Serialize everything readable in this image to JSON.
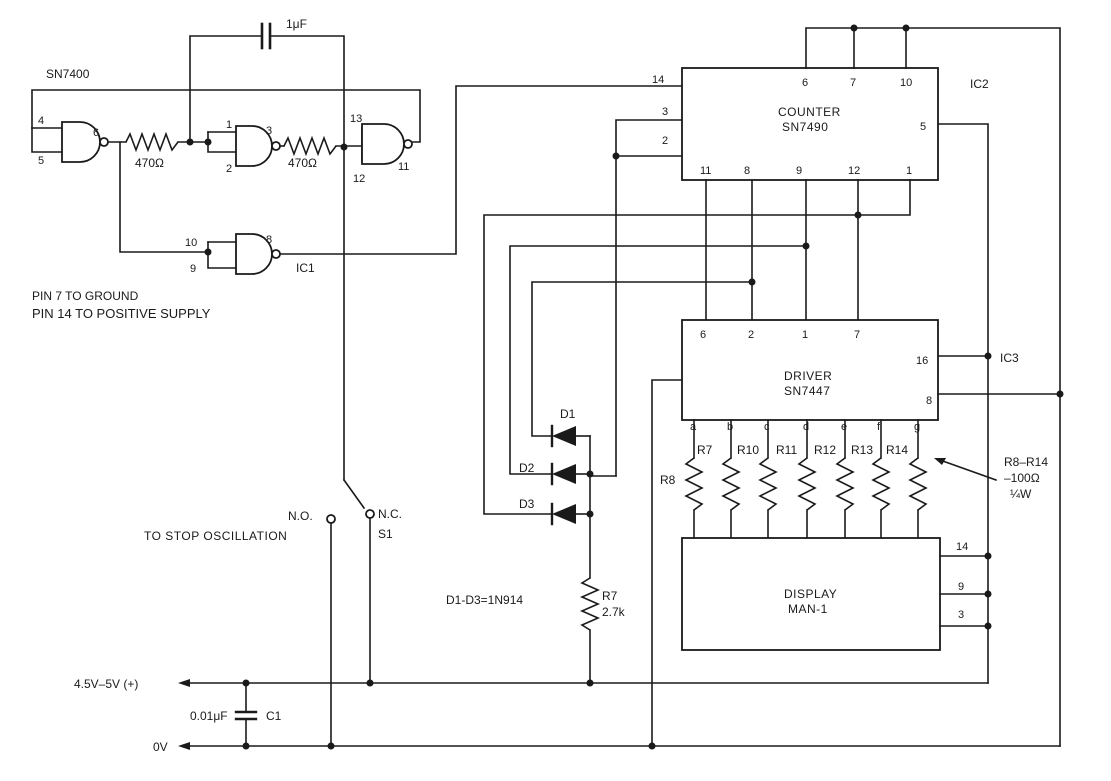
{
  "gates": {
    "ic_family": "SN7400",
    "ic1_label": "IC1",
    "power_note_1": "PIN 7 TO GROUND",
    "power_note_2": "PIN 14 TO POSITIVE SUPPLY",
    "g1_pins": [
      "4",
      "5",
      "6"
    ],
    "g2_pins": [
      "1",
      "2",
      "3"
    ],
    "g3_pins": [
      "13",
      "12",
      "11"
    ],
    "g4_pins": [
      "10",
      "9",
      "8"
    ]
  },
  "timing": {
    "capacitor": "1μF",
    "resistor_1": "470Ω",
    "resistor_2": "470Ω"
  },
  "switch": {
    "name": "S1",
    "no_label": "N.O.",
    "nc_label": "N.C.",
    "note": "TO STOP OSCILLATION"
  },
  "counter": {
    "title_1": "COUNTER",
    "title_2": "SN7490",
    "ic_label": "IC2",
    "top_pins": [
      "6",
      "7",
      "10"
    ],
    "left_pins": [
      "14",
      "3",
      "2"
    ],
    "right_pin": "5",
    "bottom_pins": [
      "11",
      "8",
      "9",
      "12",
      "1"
    ]
  },
  "driver": {
    "title_1": "DRIVER",
    "title_2": "SN7447",
    "ic_label": "IC3",
    "top_pins": [
      "6",
      "2",
      "1",
      "7"
    ],
    "right_pins": [
      "16",
      "8"
    ],
    "segments": [
      "a",
      "b",
      "c",
      "d",
      "e",
      "f",
      "g"
    ]
  },
  "segment_resistors": {
    "labels": [
      "R8",
      "R7",
      "R10",
      "R11",
      "R12",
      "R13",
      "R14"
    ],
    "note_1": "R8–R14",
    "note_2": "–100Ω",
    "note_3": "¼W"
  },
  "display": {
    "title_1": "DISPLAY",
    "title_2": "MAN-1",
    "pins": [
      "14",
      "9",
      "3"
    ]
  },
  "diodes": {
    "labels": [
      "D1",
      "D2",
      "D3"
    ],
    "note": "D1-D3=1N914"
  },
  "r7": {
    "name": "R7",
    "value": "2.7k"
  },
  "supply": {
    "positive": "4.5V–5V (+)",
    "ground": "0V",
    "cap_value": "0.01μF",
    "cap_name": "C1"
  }
}
